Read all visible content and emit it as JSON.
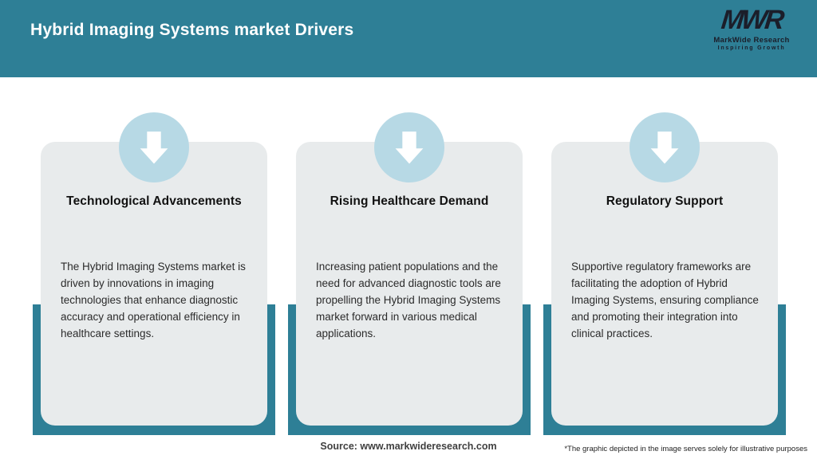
{
  "header": {
    "title": "Hybrid Imaging Systems market Drivers",
    "logo": {
      "monogram": "MWR",
      "name": "MarkWide Research",
      "tagline": "Inspiring Growth"
    }
  },
  "cards": [
    {
      "icon": "down-arrow-icon",
      "title": "Technological Advancements",
      "body": "The Hybrid Imaging Systems market is driven by innovations in imaging technologies that enhance diagnostic accuracy and operational efficiency in healthcare settings."
    },
    {
      "icon": "down-arrow-icon",
      "title": "Rising Healthcare Demand",
      "body": "Increasing patient populations and the need for advanced diagnostic tools are propelling the Hybrid Imaging Systems market forward in various medical applications."
    },
    {
      "icon": "down-arrow-icon",
      "title": "Regulatory Support",
      "body": "Supportive regulatory frameworks are facilitating the adoption of Hybrid Imaging Systems, ensuring compliance and promoting their integration into clinical practices."
    }
  ],
  "footer": {
    "source": "Source: www.markwideresearch.com",
    "disclaimer": "*The graphic depicted in the image serves solely for illustrative purposes"
  },
  "colors": {
    "header_teal": "#2e7f96",
    "frame_teal": "#2e7f96",
    "circle_blue": "#b7d9e5",
    "card_gray": "#e8ebec",
    "logo_dark": "#1b1e2a",
    "title_white": "#ffffff"
  }
}
